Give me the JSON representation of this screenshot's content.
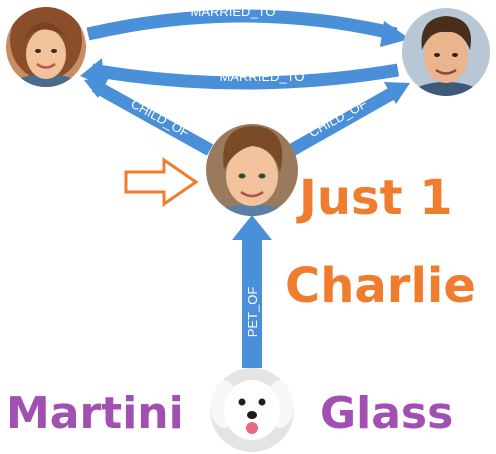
{
  "nodes": {
    "mother": {
      "icon": "woman-portrait-icon"
    },
    "father": {
      "icon": "man-portrait-icon"
    },
    "child": {
      "icon": "boy-portrait-icon"
    },
    "pet": {
      "icon": "white-dog-portrait-icon"
    }
  },
  "edges": {
    "married_top": "MARRIED_TO",
    "married_bottom": "MARRIED_TO",
    "child_of_left": "CHILD_OF",
    "child_of_right": "CHILD_OF",
    "pet_of": "PET_OF"
  },
  "pointer": {
    "icon": "arrow-right-outline-icon",
    "color": "#f07d2e"
  },
  "caption": {
    "child_line1": "Just 1",
    "child_line2": "Charlie",
    "pet_left": "Martini",
    "pet_right": "Glass"
  },
  "colors": {
    "edge": "#4a90d9",
    "child_caption": "#f07d2e",
    "pet_caption": "#a14fb1"
  }
}
